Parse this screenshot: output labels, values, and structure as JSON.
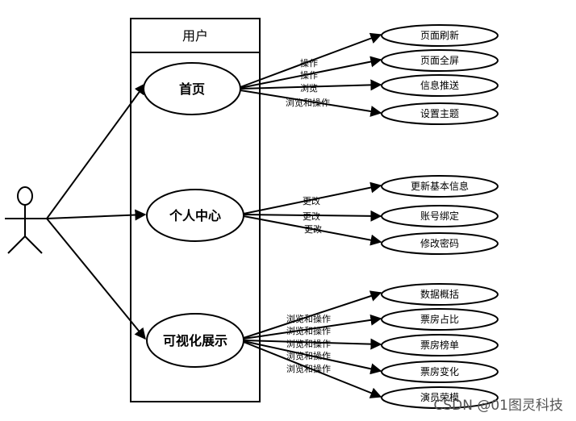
{
  "system": {
    "title": "用户"
  },
  "actor": {
    "icon": "stick-figure-actor-icon"
  },
  "main_use_cases": {
    "home": "首页",
    "personal": "个人中心",
    "visual": "可视化展示"
  },
  "sub_use_cases": {
    "home": [
      "页面刷新",
      "页面全屏",
      "信息推送",
      "设置主题"
    ],
    "personal": [
      "更新基本信息",
      "账号绑定",
      "修改密码"
    ],
    "visual": [
      "数据概括",
      "票房占比",
      "票房榜单",
      "票房变化",
      "演员荣模"
    ]
  },
  "edge_labels": {
    "home": [
      "操作",
      "操作",
      "浏览",
      "浏览和操作"
    ],
    "personal": [
      "更改",
      "更改",
      "更改"
    ],
    "visual": [
      "浏览和操作",
      "浏览和操作",
      "浏览和操作",
      "浏览和操作",
      "浏览和操作"
    ]
  },
  "watermark": "CSDN @01图灵科技"
}
